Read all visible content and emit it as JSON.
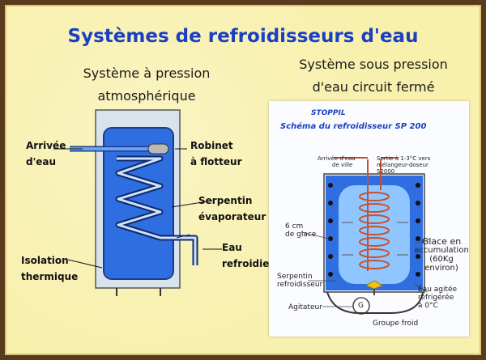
{
  "title": "Systèmes de refroidisseurs d'eau",
  "left": {
    "subtitle_line1": "Système à pression",
    "subtitle_line2": "atmosphérique",
    "labels": {
      "arrivee_line1": "Arrivée",
      "arrivee_line2": "d'eau",
      "robinet_line1": "Robinet",
      "robinet_line2": "à flotteur",
      "serpentin_line1": "Serpentin",
      "serpentin_line2": "évaporateur",
      "eau_line1": "Eau",
      "eau_line2": "refroidie",
      "isolation_line1": "Isolation",
      "isolation_line2": "thermique"
    }
  },
  "right": {
    "subtitle_line1": "Système sous pression",
    "subtitle_line2": "d'eau circuit fermé",
    "brand": "STOPPIL",
    "schema_title": "Schéma du refroidisseur SP 200",
    "labels": {
      "arrivee_line1": "Arrivée d'eau",
      "arrivee_line2": "de ville",
      "sortie_line1": "Sortie à 1-3°C vers",
      "sortie_line2": "mélangeur-doseur",
      "sortie_line3": "S2000",
      "cm_line1": "6 cm",
      "cm_line2": "de glace",
      "glace_line1": "Glace en",
      "glace_line2": "accumulation",
      "glace_line3": "(60Kg environ)",
      "serpentin_line1": "Serpentin",
      "serpentin_line2": "refroidisseur",
      "agitee_line1": "Eau agitée",
      "agitee_line2": "réfrigérée",
      "agitee_line3": "à 0°C",
      "agitateur": "Agitateur",
      "groupe": "Groupe froid",
      "g": "G"
    }
  },
  "colors": {
    "title": "#1a3fc4",
    "tank_blue": "#2f6ee0",
    "accent_orange": "#c8502a"
  }
}
